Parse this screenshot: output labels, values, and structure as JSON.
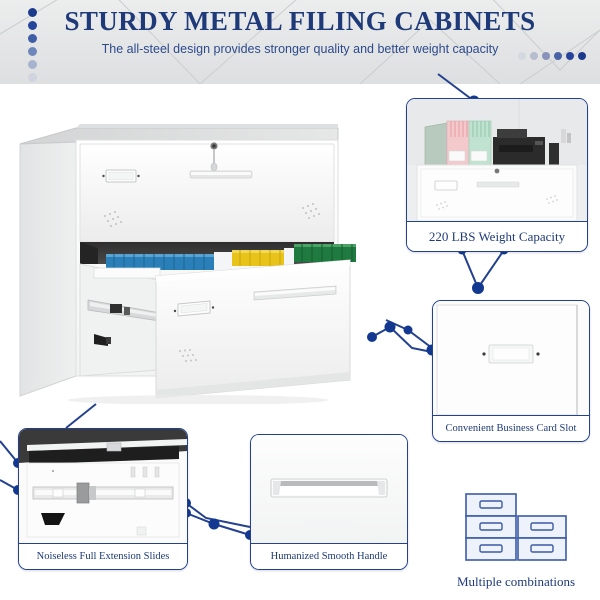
{
  "header": {
    "title": "STURDY METAL FILING CABINETS",
    "subtitle": "The all-steel design provides stronger quality and better weight capacity",
    "title_color": "#1e3a78",
    "band_color": "#e6e7e8",
    "dots_left": [
      "#1b3a8c",
      "#24459a",
      "#3f5ea8",
      "#6f86bd",
      "#a8b4cf",
      "#cfd4de"
    ],
    "dots_right": [
      "#d5d8df",
      "#b6bdcd",
      "#8793b8",
      "#4a63a6",
      "#27429a",
      "#1b3a8c"
    ]
  },
  "accent": {
    "navy": "#23418f",
    "node": "#12398f",
    "line": "#23418f"
  },
  "hero": {
    "name": "two-drawer-lateral-filing-cabinet",
    "body_color": "#fbfbfb",
    "top_color": "#d8d9da",
    "side_color": "#e9eaea",
    "interior_color": "#3a3a3a",
    "folder_colors": [
      "#2b7fb8",
      "#e8c319",
      "#1f7a3f"
    ],
    "lock_label": "lock-with-key"
  },
  "cards": [
    {
      "id": "card-weight",
      "name": "weight-capacity-callout",
      "caption": "220 LBS Weight Capacity",
      "scene": "cabinet topped with file holders and black printer"
    },
    {
      "id": "card-slot",
      "name": "business-card-slot-callout",
      "caption": "Convenient Business Card Slot",
      "scene": "close-up of drawer front label holder"
    },
    {
      "id": "card-slides",
      "name": "full-extension-slides-callout",
      "caption": "Noiseless Full Extension Slides",
      "scene": "interior view of metal ball-bearing drawer slides"
    },
    {
      "id": "card-handle",
      "name": "smooth-handle-callout",
      "caption": "Humanized Smooth Handle",
      "scene": "recessed horizontal drawer handle"
    }
  ],
  "combo": {
    "name": "multiple-combinations-diagram",
    "caption": "Multiple combinations",
    "left_unit_drawers": 3,
    "right_unit_drawers": 2,
    "outline_color": "#3a5aa8",
    "fill_color": "#eef2fa"
  }
}
